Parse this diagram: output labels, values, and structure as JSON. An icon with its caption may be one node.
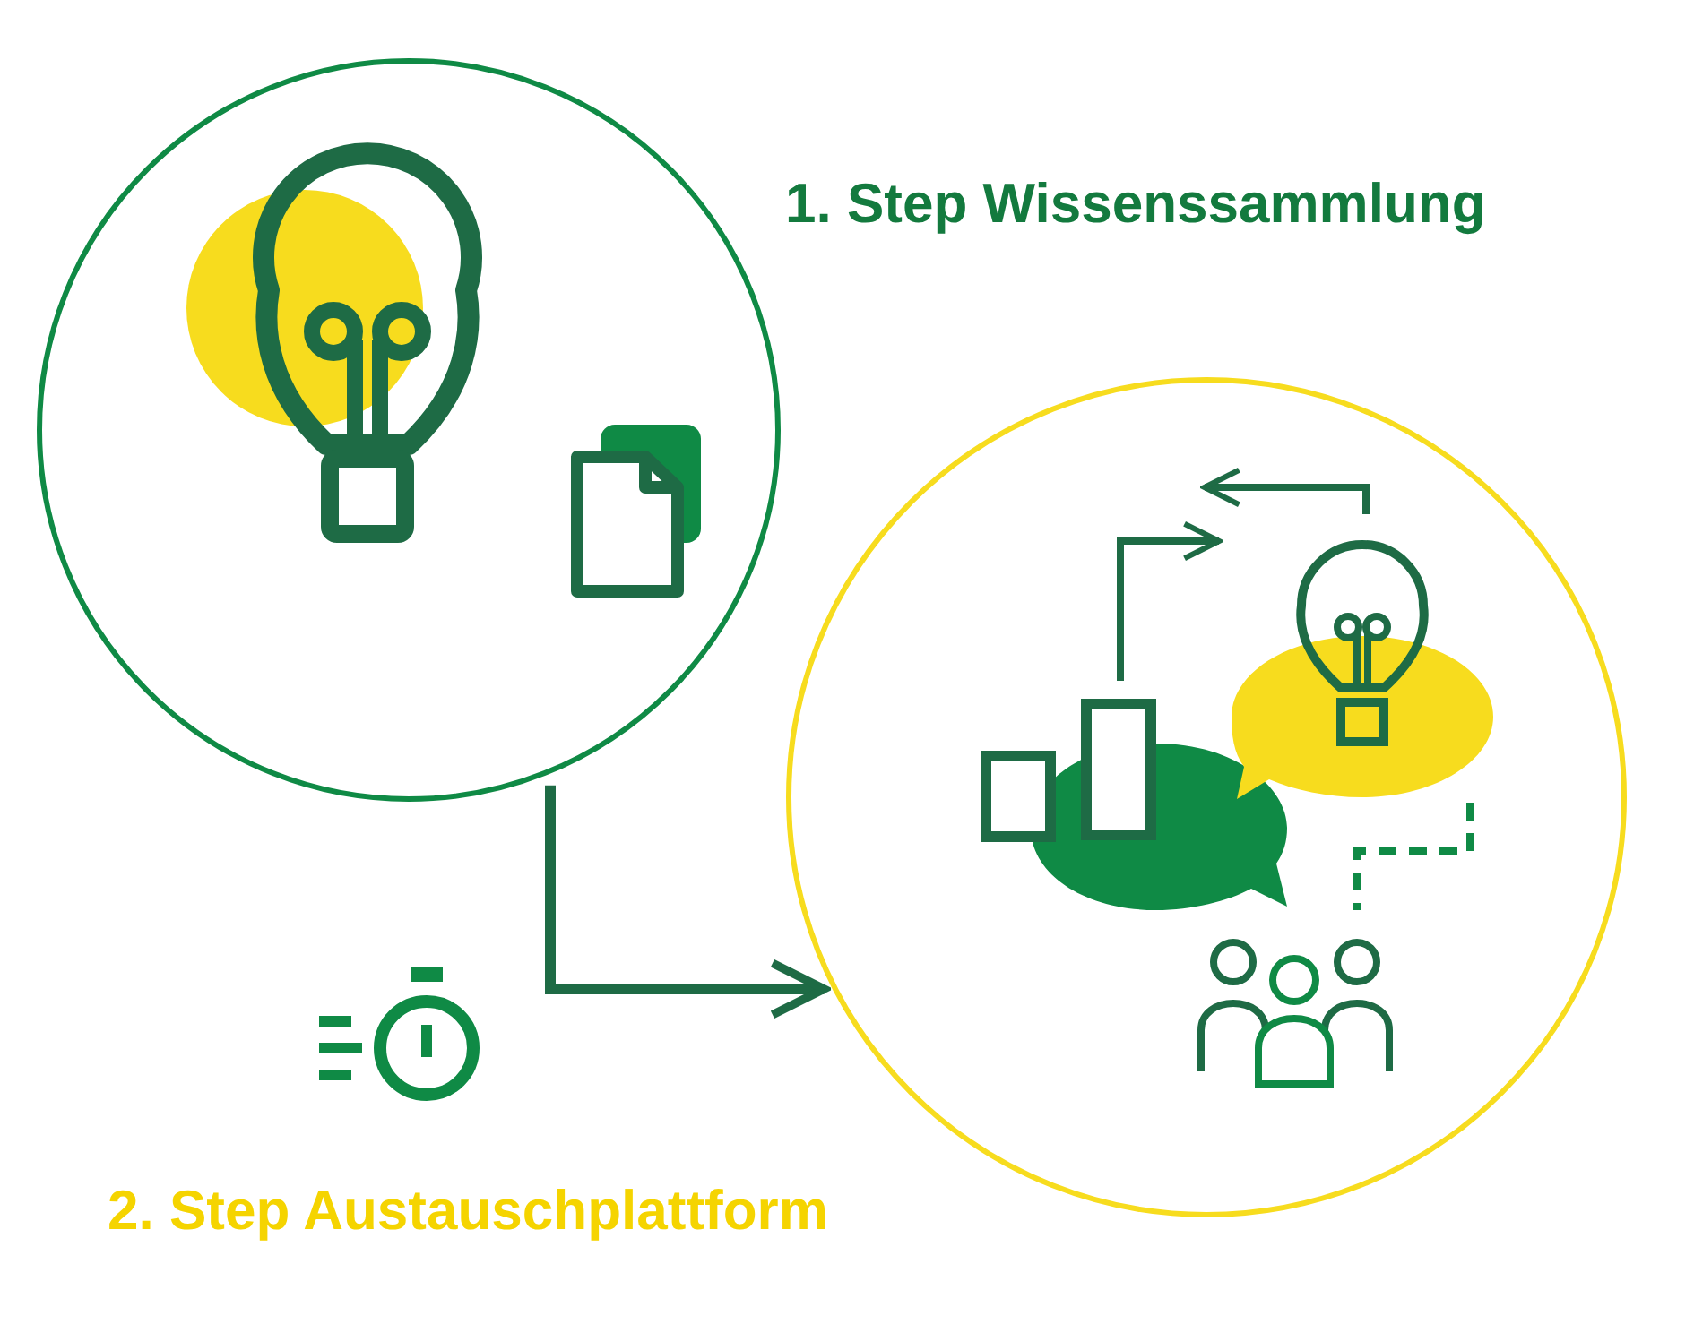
{
  "diagram": {
    "nodes": [
      {
        "text": [],
        "shape": "circle",
        "beside": [
          "1. Step Wissenssammlung"
        ]
      },
      {
        "text": [],
        "shape": "circle",
        "beside": [
          "2. Step Austauschplattform"
        ]
      }
    ],
    "edges": [
      {
        "from": 0,
        "to": 1,
        "arrow": "to"
      }
    ]
  }
}
